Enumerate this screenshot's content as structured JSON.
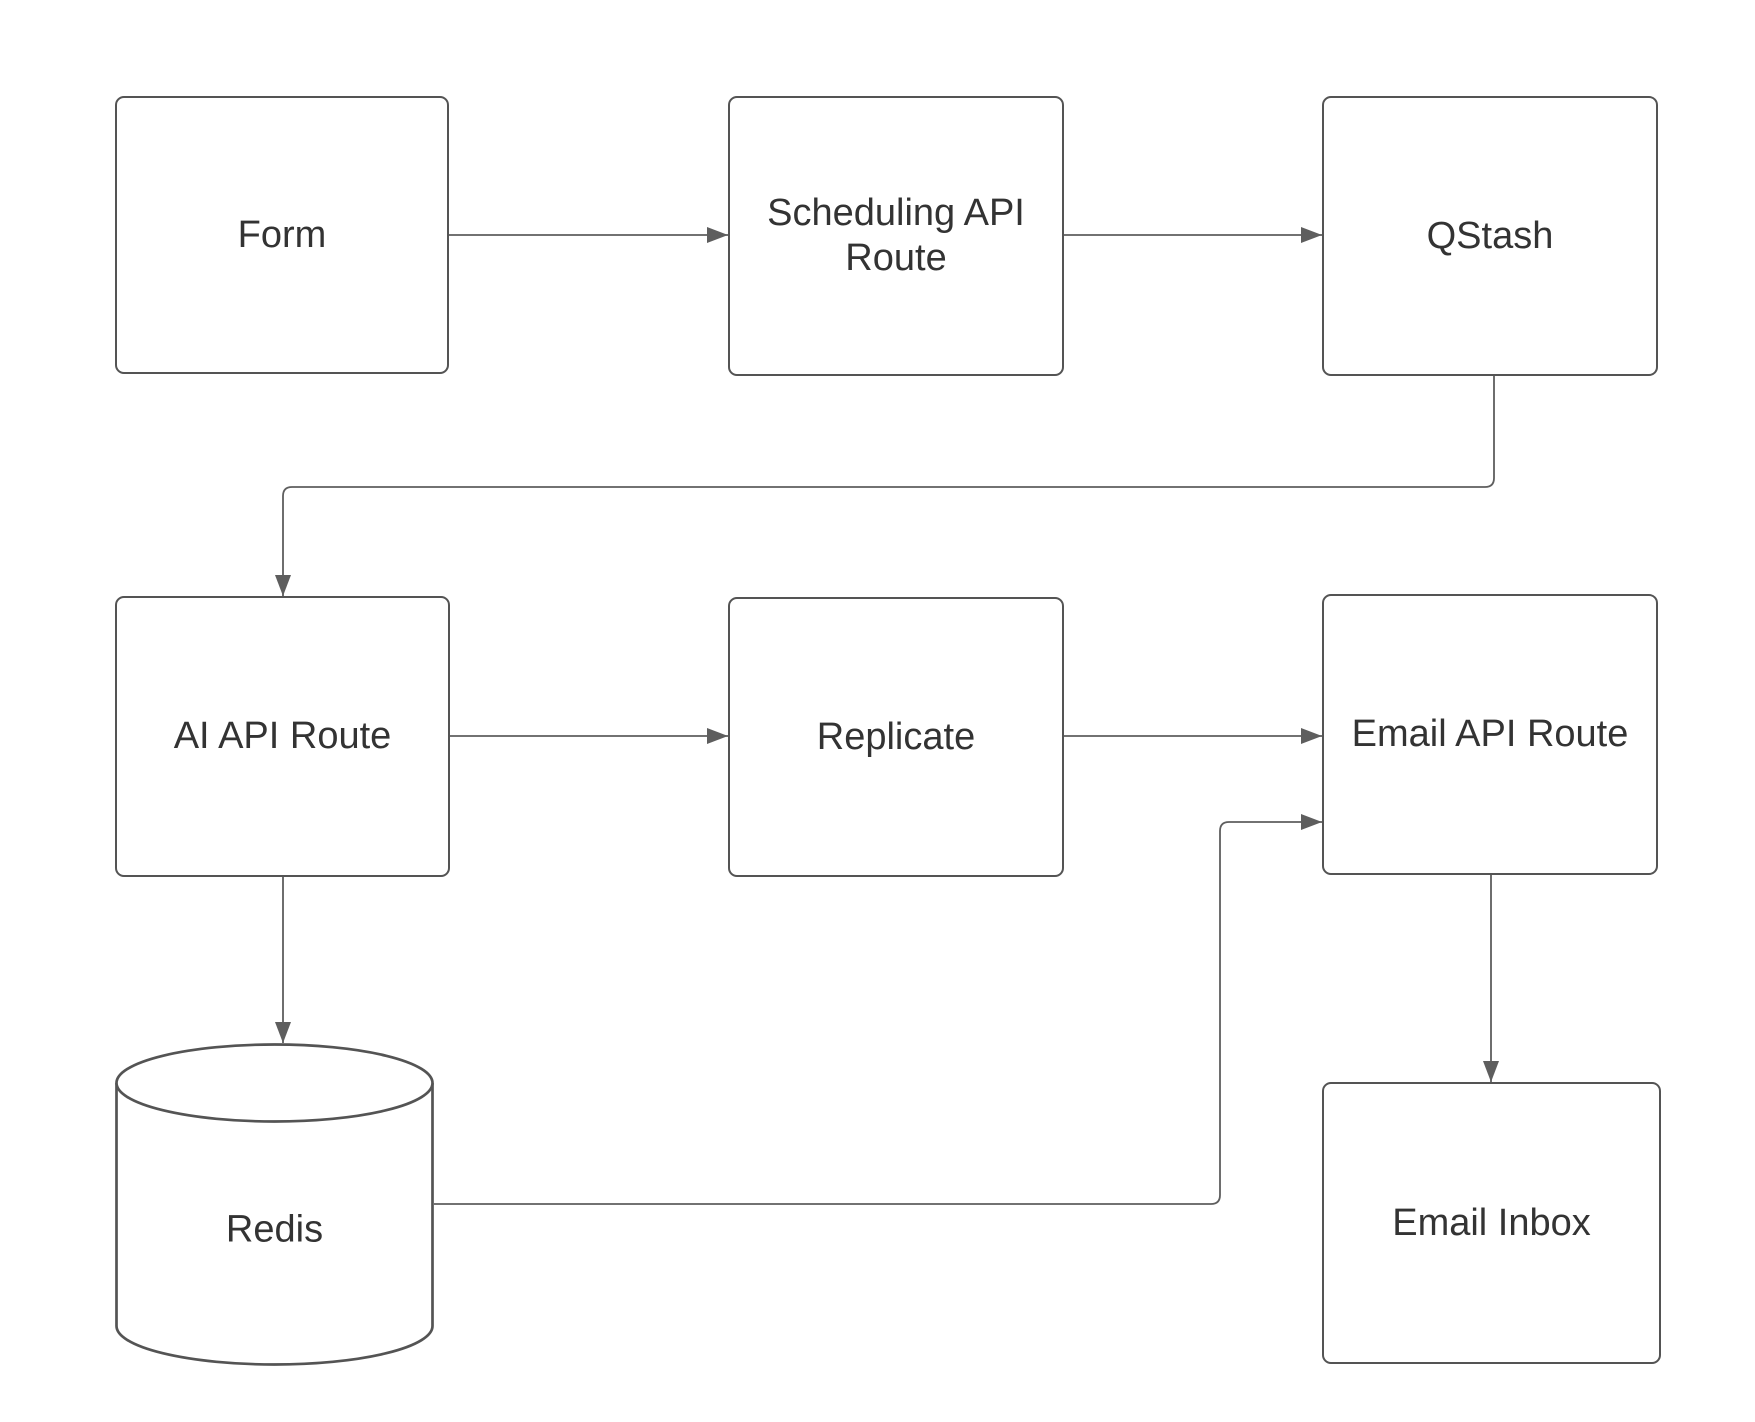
{
  "diagram": {
    "nodes": [
      {
        "id": "form",
        "label": "Form",
        "shape": "rectangle"
      },
      {
        "id": "scheduling-api-route",
        "label": "Scheduling API Route",
        "shape": "rectangle"
      },
      {
        "id": "qstash",
        "label": "QStash",
        "shape": "rectangle"
      },
      {
        "id": "ai-api-route",
        "label": "AI API Route",
        "shape": "rectangle"
      },
      {
        "id": "replicate",
        "label": "Replicate",
        "shape": "rectangle"
      },
      {
        "id": "email-api-route",
        "label": "Email API Route",
        "shape": "rectangle"
      },
      {
        "id": "redis",
        "label": "Redis",
        "shape": "cylinder"
      },
      {
        "id": "email-inbox",
        "label": "Email Inbox",
        "shape": "rectangle"
      }
    ],
    "edges": [
      {
        "from": "form",
        "to": "scheduling-api-route"
      },
      {
        "from": "scheduling-api-route",
        "to": "qstash"
      },
      {
        "from": "qstash",
        "to": "ai-api-route"
      },
      {
        "from": "ai-api-route",
        "to": "replicate"
      },
      {
        "from": "replicate",
        "to": "email-api-route"
      },
      {
        "from": "ai-api-route",
        "to": "redis"
      },
      {
        "from": "redis",
        "to": "email-api-route"
      },
      {
        "from": "email-api-route",
        "to": "email-inbox"
      }
    ],
    "colors": {
      "background": "#ffffff",
      "node_fill": "#ffffff",
      "node_border": "#545454",
      "edge_stroke": "#5e5e5e",
      "label_text": "#333333"
    }
  }
}
